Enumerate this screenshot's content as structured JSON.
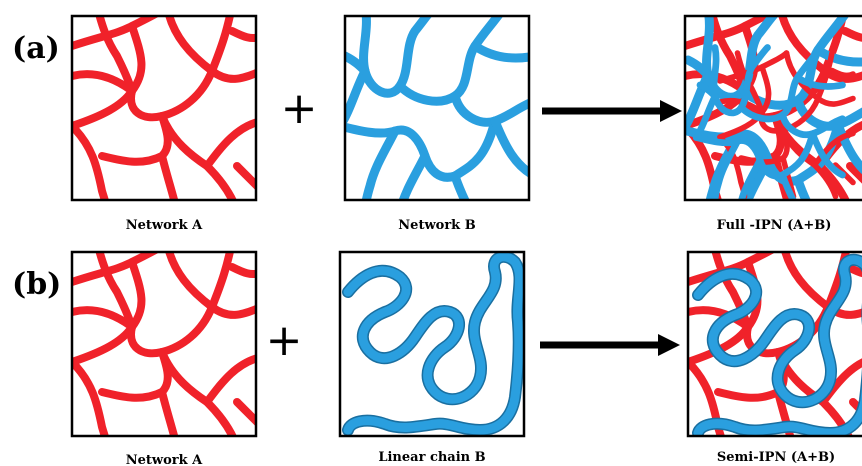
{
  "row_a": {
    "label": "(a)",
    "operator": "+",
    "left_caption": "Network A",
    "middle_caption": "Network B",
    "result_caption": "Full -IPN (A+B)"
  },
  "row_b": {
    "label": "(b)",
    "operator": "+",
    "left_caption": "Network A",
    "middle_caption": "Linear chain B",
    "result_caption": "Semi-IPN (A+B)"
  },
  "colors": {
    "network_a": "#f0222a",
    "network_b": "#2a9fdf",
    "arrow": "#000000"
  }
}
